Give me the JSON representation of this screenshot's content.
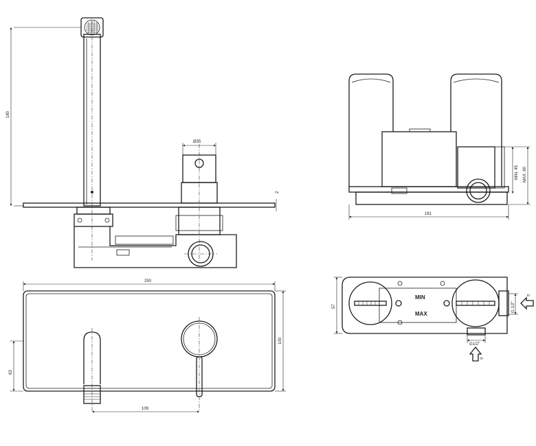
{
  "dims": {
    "spout_height": "180",
    "plate_thk": "2",
    "lever_dia": "Ø35",
    "plate_width": "250",
    "plate_height": "100",
    "spout_axis": "63",
    "spout_lever_dist": "109",
    "body_width": "161",
    "min_depth": "MIN. 45",
    "max_depth": "MAX. 60",
    "body_depth": "57",
    "inlet_side": "G 1/2\"",
    "inlet_bottom": "G1/2\""
  },
  "labels": {
    "min": "MIN",
    "max": "MAX",
    "flow_side": "in",
    "flow_bottom": "in"
  }
}
